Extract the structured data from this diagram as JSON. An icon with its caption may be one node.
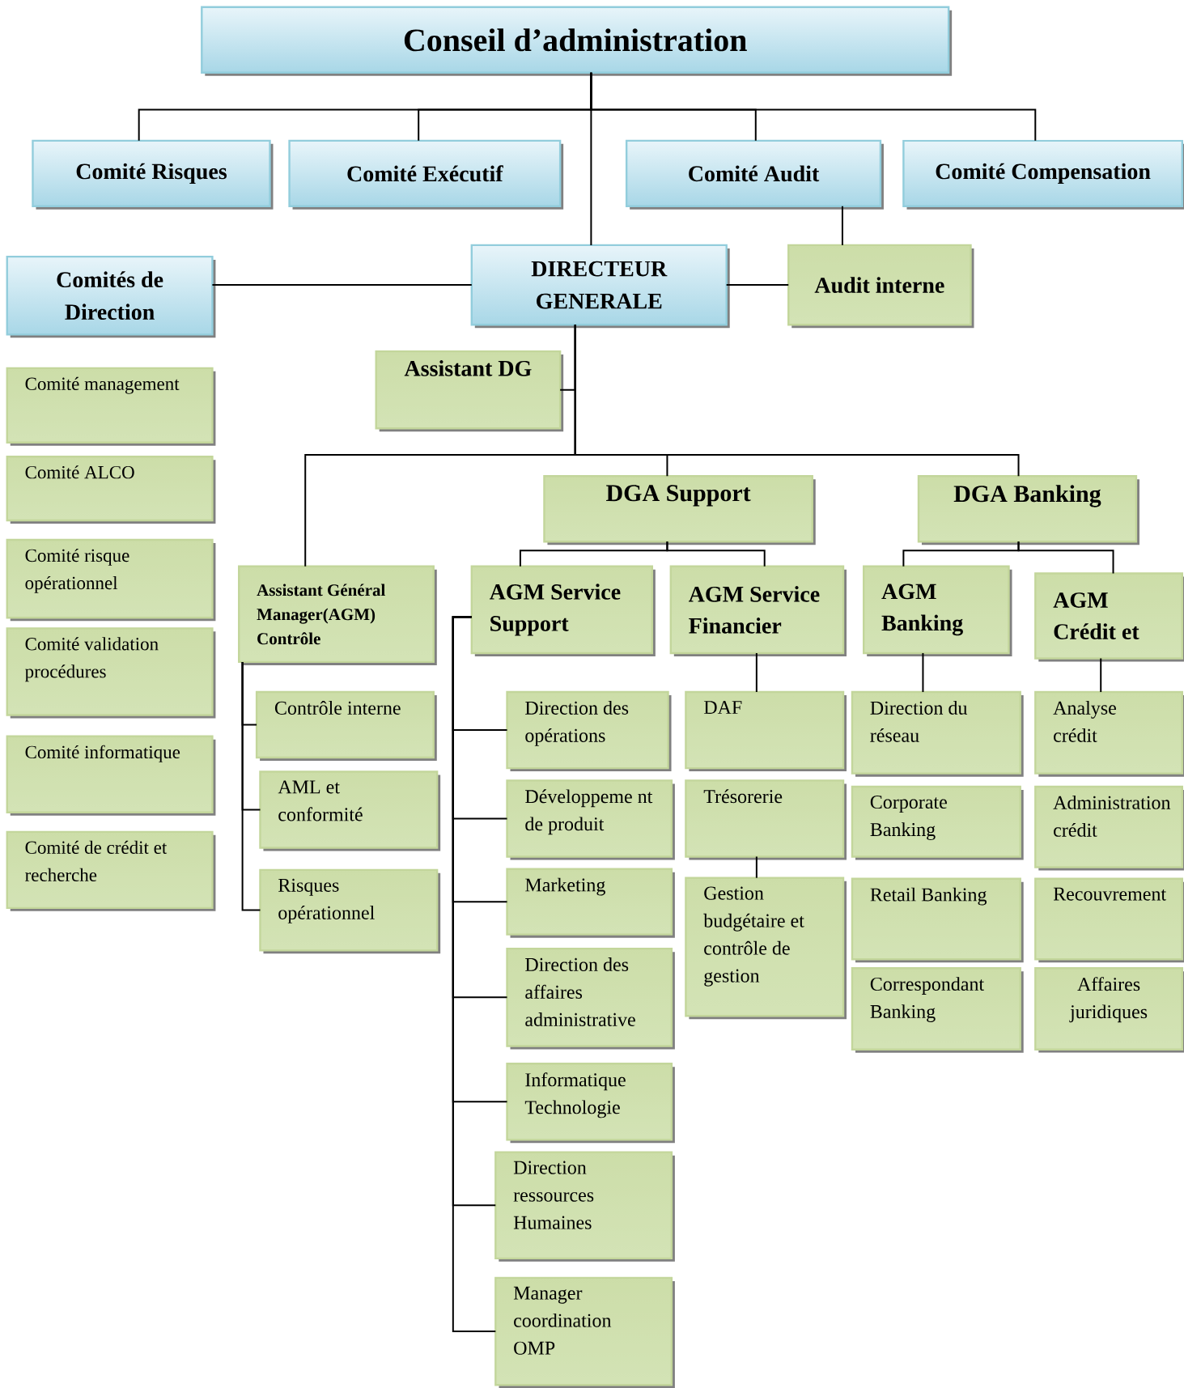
{
  "diagram": {
    "nodes": [
      {
        "text": [
          "Conseil d’administration"
        ]
      },
      {
        "text": [
          "Comité Risques"
        ]
      },
      {
        "text": [
          "Comité Exécutif"
        ]
      },
      {
        "text": [
          "Comité Audit"
        ]
      },
      {
        "text": [
          "Comité Compensation"
        ]
      },
      {
        "text": [
          "Comités de Direction"
        ]
      },
      {
        "text": [
          "DIRECTEUR GENERALE"
        ]
      },
      {
        "text": [
          "Audit interne"
        ]
      },
      {
        "text": [
          "Assistant DG"
        ]
      },
      {
        "text": [
          "Comité management"
        ]
      },
      {
        "text": [
          "Comité ALCO"
        ]
      },
      {
        "text": [
          "Comité risque opérationnel"
        ]
      },
      {
        "text": [
          "Comité validation procédures"
        ]
      },
      {
        "text": [
          "Comité informatique"
        ]
      },
      {
        "text": [
          "Comité de crédit et recherche"
        ]
      },
      {
        "text": [
          "DGA Support"
        ]
      },
      {
        "text": [
          "DGA Banking"
        ]
      },
      {
        "text": [
          "Assistant Général Manager(AGM) Contrôle"
        ]
      },
      {
        "text": [
          "AGM Service Support"
        ]
      },
      {
        "text": [
          "AGM Service Financier"
        ]
      },
      {
        "text": [
          "AGM Banking"
        ]
      },
      {
        "text": [
          "AGM Crédit et"
        ]
      },
      {
        "text": [
          "Contrôle interne"
        ]
      },
      {
        "text": [
          "AML et conformité"
        ]
      },
      {
        "text": [
          "Risques opérationnel"
        ]
      },
      {
        "text": [
          "Direction des opérations"
        ]
      },
      {
        "text": [
          "Développeme nt de produit"
        ]
      },
      {
        "text": [
          "Marketing"
        ]
      },
      {
        "text": [
          "Direction des affaires administrative"
        ]
      },
      {
        "text": [
          "Informatique Technologie"
        ]
      },
      {
        "text": [
          "Direction ressources Humaines"
        ]
      },
      {
        "text": [
          "Manager coordination OMP"
        ]
      },
      {
        "text": [
          "DAF"
        ]
      },
      {
        "text": [
          "Trésorerie"
        ]
      },
      {
        "text": [
          "Gestion budgétaire et contrôle de gestion"
        ]
      },
      {
        "text": [
          "Direction du réseau"
        ]
      },
      {
        "text": [
          "Corporate Banking"
        ]
      },
      {
        "text": [
          "Retail Banking"
        ]
      },
      {
        "text": [
          "Correspondant Banking"
        ]
      },
      {
        "text": [
          "Analyse crédit"
        ]
      },
      {
        "text": [
          "Administration crédit"
        ]
      },
      {
        "text": [
          "Recouvrement"
        ]
      },
      {
        "text": [
          "Affaires juridiques"
        ]
      }
    ],
    "edges": [
      {
        "from": 0,
        "to": 1,
        "arrow": "none"
      },
      {
        "from": 0,
        "to": 2,
        "arrow": "none"
      },
      {
        "from": 0,
        "to": 3,
        "arrow": "none"
      },
      {
        "from": 0,
        "to": 4,
        "arrow": "none"
      },
      {
        "from": 0,
        "to": 6,
        "arrow": "none"
      },
      {
        "from": 3,
        "to": 7,
        "arrow": "none"
      },
      {
        "from": 6,
        "to": 5,
        "arrow": "none"
      },
      {
        "from": 6,
        "to": 7,
        "arrow": "none"
      },
      {
        "from": 6,
        "to": 8,
        "arrow": "none"
      },
      {
        "from": 6,
        "to": 17,
        "arrow": "none"
      },
      {
        "from": 6,
        "to": 15,
        "arrow": "none"
      },
      {
        "from": 6,
        "to": 16,
        "arrow": "none"
      },
      {
        "from": 15,
        "to": 18,
        "arrow": "none"
      },
      {
        "from": 15,
        "to": 19,
        "arrow": "none"
      },
      {
        "from": 16,
        "to": 20,
        "arrow": "none"
      },
      {
        "from": 16,
        "to": 21,
        "arrow": "none"
      },
      {
        "from": 17,
        "to": 22,
        "arrow": "none"
      },
      {
        "from": 17,
        "to": 23,
        "arrow": "none"
      },
      {
        "from": 17,
        "to": 24,
        "arrow": "none"
      },
      {
        "from": 18,
        "to": 25,
        "arrow": "none"
      },
      {
        "from": 18,
        "to": 26,
        "arrow": "none"
      },
      {
        "from": 18,
        "to": 27,
        "arrow": "none"
      },
      {
        "from": 18,
        "to": 28,
        "arrow": "none"
      },
      {
        "from": 18,
        "to": 29,
        "arrow": "none"
      },
      {
        "from": 18,
        "to": 30,
        "arrow": "none"
      },
      {
        "from": 18,
        "to": 31,
        "arrow": "none"
      },
      {
        "from": 19,
        "to": 32,
        "arrow": "none"
      },
      {
        "from": 33,
        "to": 34,
        "arrow": "none"
      },
      {
        "from": 20,
        "to": 35,
        "arrow": "none"
      },
      {
        "from": 21,
        "to": 39,
        "arrow": "none"
      }
    ]
  }
}
